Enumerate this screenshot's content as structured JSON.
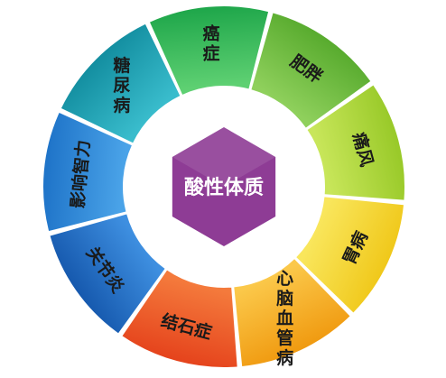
{
  "diagram": {
    "center": {
      "label": "酸性体质",
      "color": "#8e3c95"
    },
    "segments": [
      {
        "label": "影响智力",
        "color": "#1e73c8",
        "shade": "#4aa3e8",
        "vertical": false
      },
      {
        "label": "糖尿病",
        "color": "#138ea0",
        "shade": "#39bccc",
        "vertical": true
      },
      {
        "label": "癌症",
        "color": "#1ea64a",
        "shade": "#5ed072",
        "vertical": true
      },
      {
        "label": "肥胖",
        "color": "#58ab2e",
        "shade": "#8fd05c",
        "vertical": false
      },
      {
        "label": "痛风",
        "color": "#98c928",
        "shade": "#c8e65a",
        "vertical": false
      },
      {
        "label": "胃病",
        "color": "#f0c81a",
        "shade": "#f9e65c",
        "vertical": false
      },
      {
        "label": "心脑血管病",
        "color": "#f09a10",
        "shade": "#fbc84a",
        "vertical": true
      },
      {
        "label": "结石症",
        "color": "#e5431c",
        "shade": "#f47a3c",
        "vertical": false
      },
      {
        "label": "关节炎",
        "color": "#1659ae",
        "shade": "#3e8fe0",
        "vertical": false
      }
    ]
  }
}
